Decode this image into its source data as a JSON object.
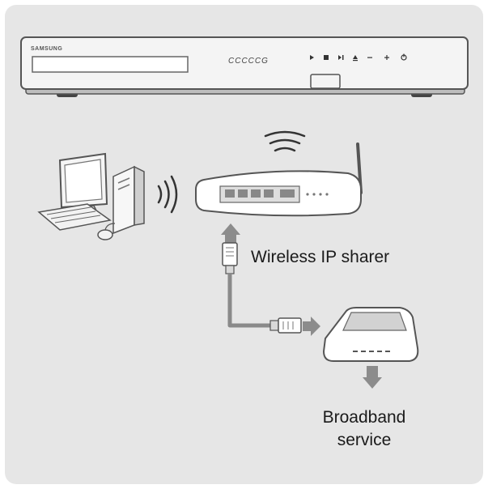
{
  "player": {
    "brand": "SAMSUNG",
    "display_text": "CCCCCG"
  },
  "labels": {
    "router": "Wireless IP sharer",
    "broadband_line1": "Broadband",
    "broadband_line2": "service"
  },
  "colors": {
    "panel_bg": "#e6e6e6",
    "device_white": "#ffffff",
    "outline": "#555555",
    "cable": "#8a8a8a",
    "arrow": "#8c8c8c",
    "text": "#1a1a1a"
  },
  "icons": {
    "player": "blu-ray-player-icon",
    "computer": "desktop-computer-icon",
    "router": "wireless-router-icon",
    "modem": "broadband-modem-icon",
    "wifi": "wifi-waves-icon",
    "cable": "ethernet-cable-icon"
  }
}
